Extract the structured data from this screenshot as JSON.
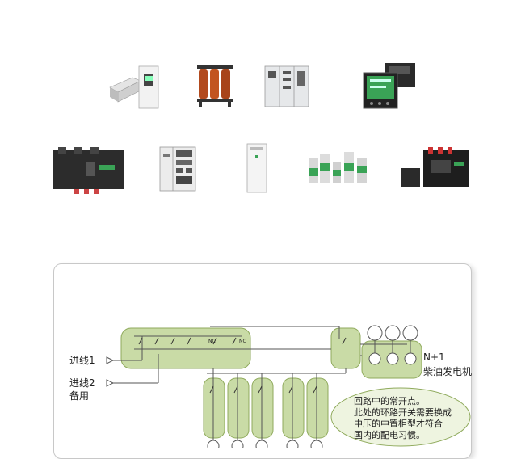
{
  "products": [
    {
      "name": "ups-unit"
    },
    {
      "name": "dry-type-transformer"
    },
    {
      "name": "low-voltage-switchgear"
    },
    {
      "name": "power-quality-monitor"
    },
    {
      "name": "circuit-breaker"
    },
    {
      "name": "control-cabinet"
    },
    {
      "name": "white-cabinet"
    },
    {
      "name": "capacitor-bank"
    },
    {
      "name": "air-circuit-breaker"
    }
  ],
  "diagram": {
    "incoming_line_1": "进线1",
    "incoming_line_2": "进线2",
    "standby": "备用",
    "breaker_nc_1": "NC",
    "breaker_nc_2": "NC",
    "generator_redundancy": "N+1",
    "diesel_generator": "柴油发电机",
    "note_lines": [
      "回路中的常开点。",
      "此处的环路开关需要换成",
      "中压的中置柜型才符合",
      "国内的配电习惯。"
    ]
  },
  "colors": {
    "module_fill": "#c9dba6",
    "module_stroke": "#8faa5c",
    "line": "#555555",
    "note_fill": "#eef4e0"
  }
}
